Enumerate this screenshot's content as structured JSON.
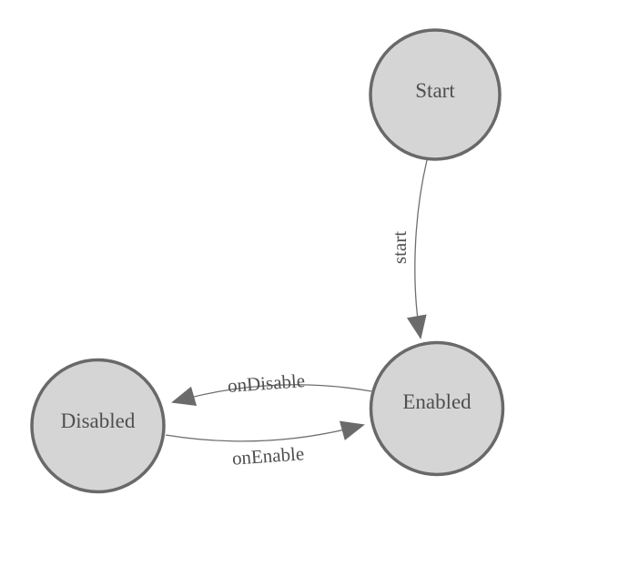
{
  "diagram": {
    "type": "state-machine",
    "background": "#ffffff",
    "colors": {
      "node_fill": "#d5d5d5",
      "node_stroke": "#696969",
      "edge_stroke": "#6e6e6e",
      "arrow_fill": "#6b6b6b",
      "text": "#4f4f4f"
    },
    "nodes": [
      {
        "id": "start",
        "label": "Start"
      },
      {
        "id": "enabled",
        "label": "Enabled"
      },
      {
        "id": "disabled",
        "label": "Disabled"
      }
    ],
    "edges": [
      {
        "from": "start",
        "to": "enabled",
        "label": "start"
      },
      {
        "from": "enabled",
        "to": "disabled",
        "label": "onDisable"
      },
      {
        "from": "disabled",
        "to": "enabled",
        "label": "onEnable"
      }
    ]
  }
}
